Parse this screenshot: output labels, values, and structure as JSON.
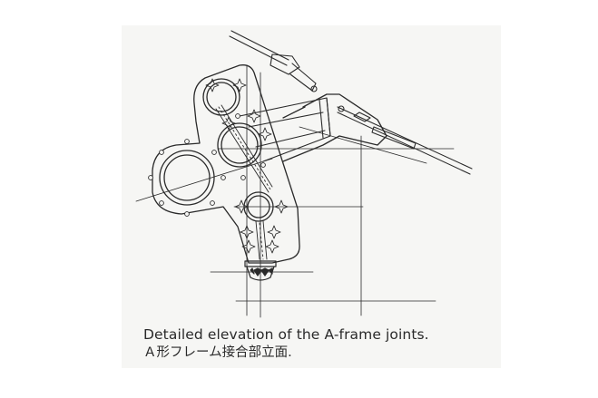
{
  "figure": {
    "subject": "A-frame joints detailed elevation",
    "caption_en": "Detailed elevation of the A-frame joints.",
    "caption_ja": "Ａ形フレーム接合部立面."
  },
  "colors": {
    "paper": "#f6f6f4",
    "ink": "#2a2a2a"
  }
}
